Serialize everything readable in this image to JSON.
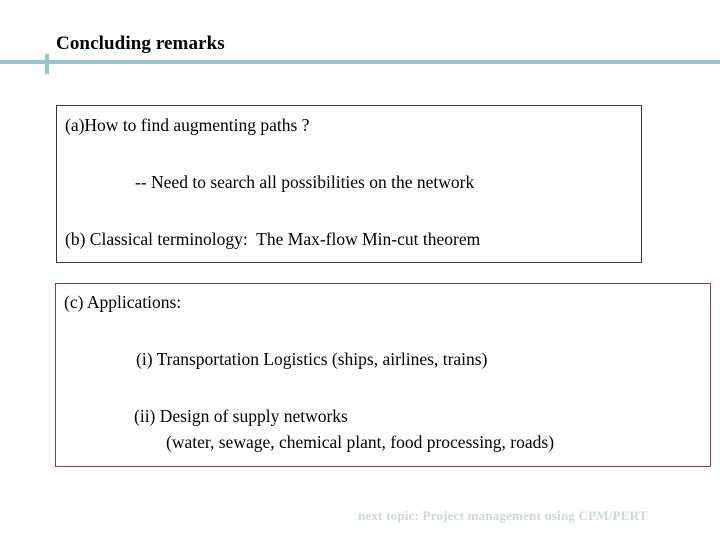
{
  "slide": {
    "title": "Concluding remarks",
    "accent_color": "#97c5c9",
    "box_a_border_color": "#3b3b4a",
    "box_c_border_color": "#9e3a3a",
    "footer_color": "#ccd8dd"
  },
  "box_a": {
    "lines": [
      "(a)How to find augmenting paths ?",
      "-- Need to search all possibilities on the network",
      "(b) Classical terminology:  The Max-flow Min-cut theorem"
    ]
  },
  "box_c": {
    "lines": [
      "(c) Applications:",
      "(i) Transportation Logistics (ships, airlines, trains)",
      "(ii) Design of supply networks",
      "(water, sewage, chemical plant, food processing, roads)"
    ]
  },
  "footer": {
    "text": "next topic: Project management using CPM/PERT"
  }
}
